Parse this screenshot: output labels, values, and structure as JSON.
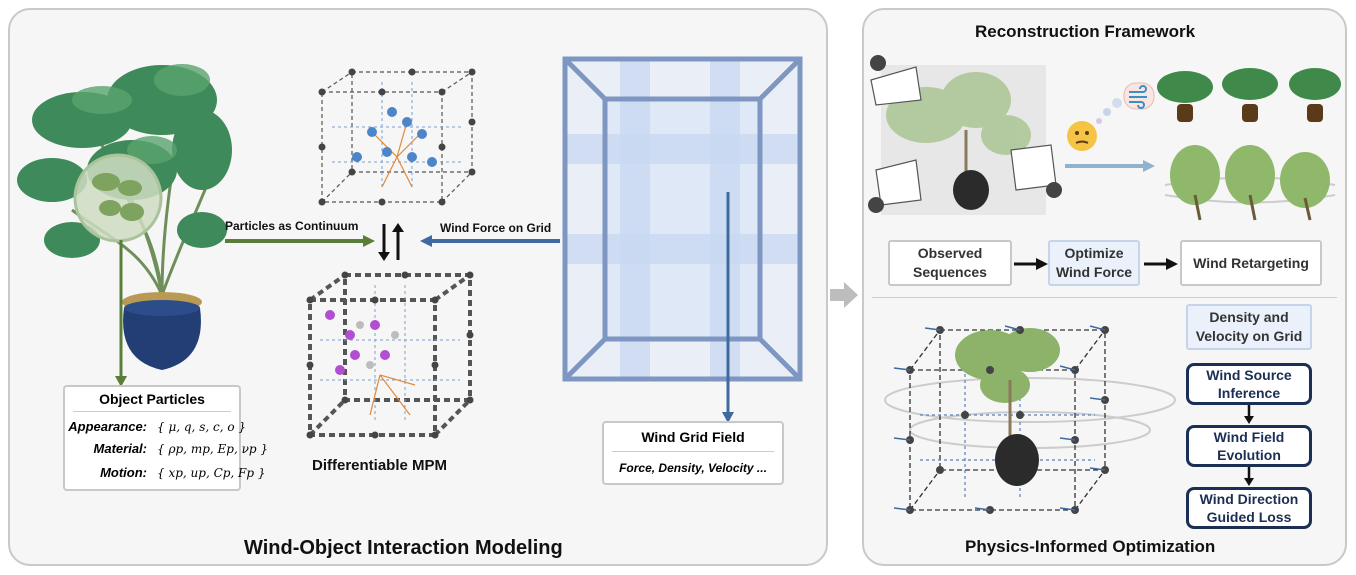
{
  "left_panel": {
    "title": "Wind-Object Interaction Modeling",
    "arrow_particles": "Particles as Continuum",
    "arrow_wind_force": "Wind Force on Grid",
    "mpm_label": "Differentiable MPM",
    "object_particles": {
      "title": "Object Particles",
      "rows": [
        {
          "key": "Appearance:",
          "value": "{ μ, q, s, c, o }"
        },
        {
          "key": "Material:",
          "value": "{ ρp, mp, Ep, νp }"
        },
        {
          "key": "Motion:",
          "value": "{ xp, up, Cp, Fp }"
        }
      ]
    },
    "wind_grid_field": {
      "title": "Wind Grid Field",
      "subtitle": "Force, Density, Velocity ..."
    }
  },
  "right_panel": {
    "top_title": "Reconstruction Framework",
    "bottom_title": "Physics-Informed Optimization",
    "flow": {
      "observed": "Observed Sequences",
      "optimize": "Optimize Wind Force",
      "retarget": "Wind Retargeting"
    },
    "density_velocity": "Density and Velocity on Grid",
    "steps": [
      "Wind Source Inference",
      "Wind Field Evolution",
      "Wind Direction Guided Loss"
    ]
  },
  "colors": {
    "green_arrow": "#5a7d3a",
    "blue_arrow": "#3e6aa0",
    "dark_step": "#1b2f55",
    "grid_blue": "#5c7fb8"
  },
  "icons": [
    "plant-illustration",
    "camera-icon",
    "thinking-emoji",
    "wind-icon",
    "tree-icon"
  ]
}
